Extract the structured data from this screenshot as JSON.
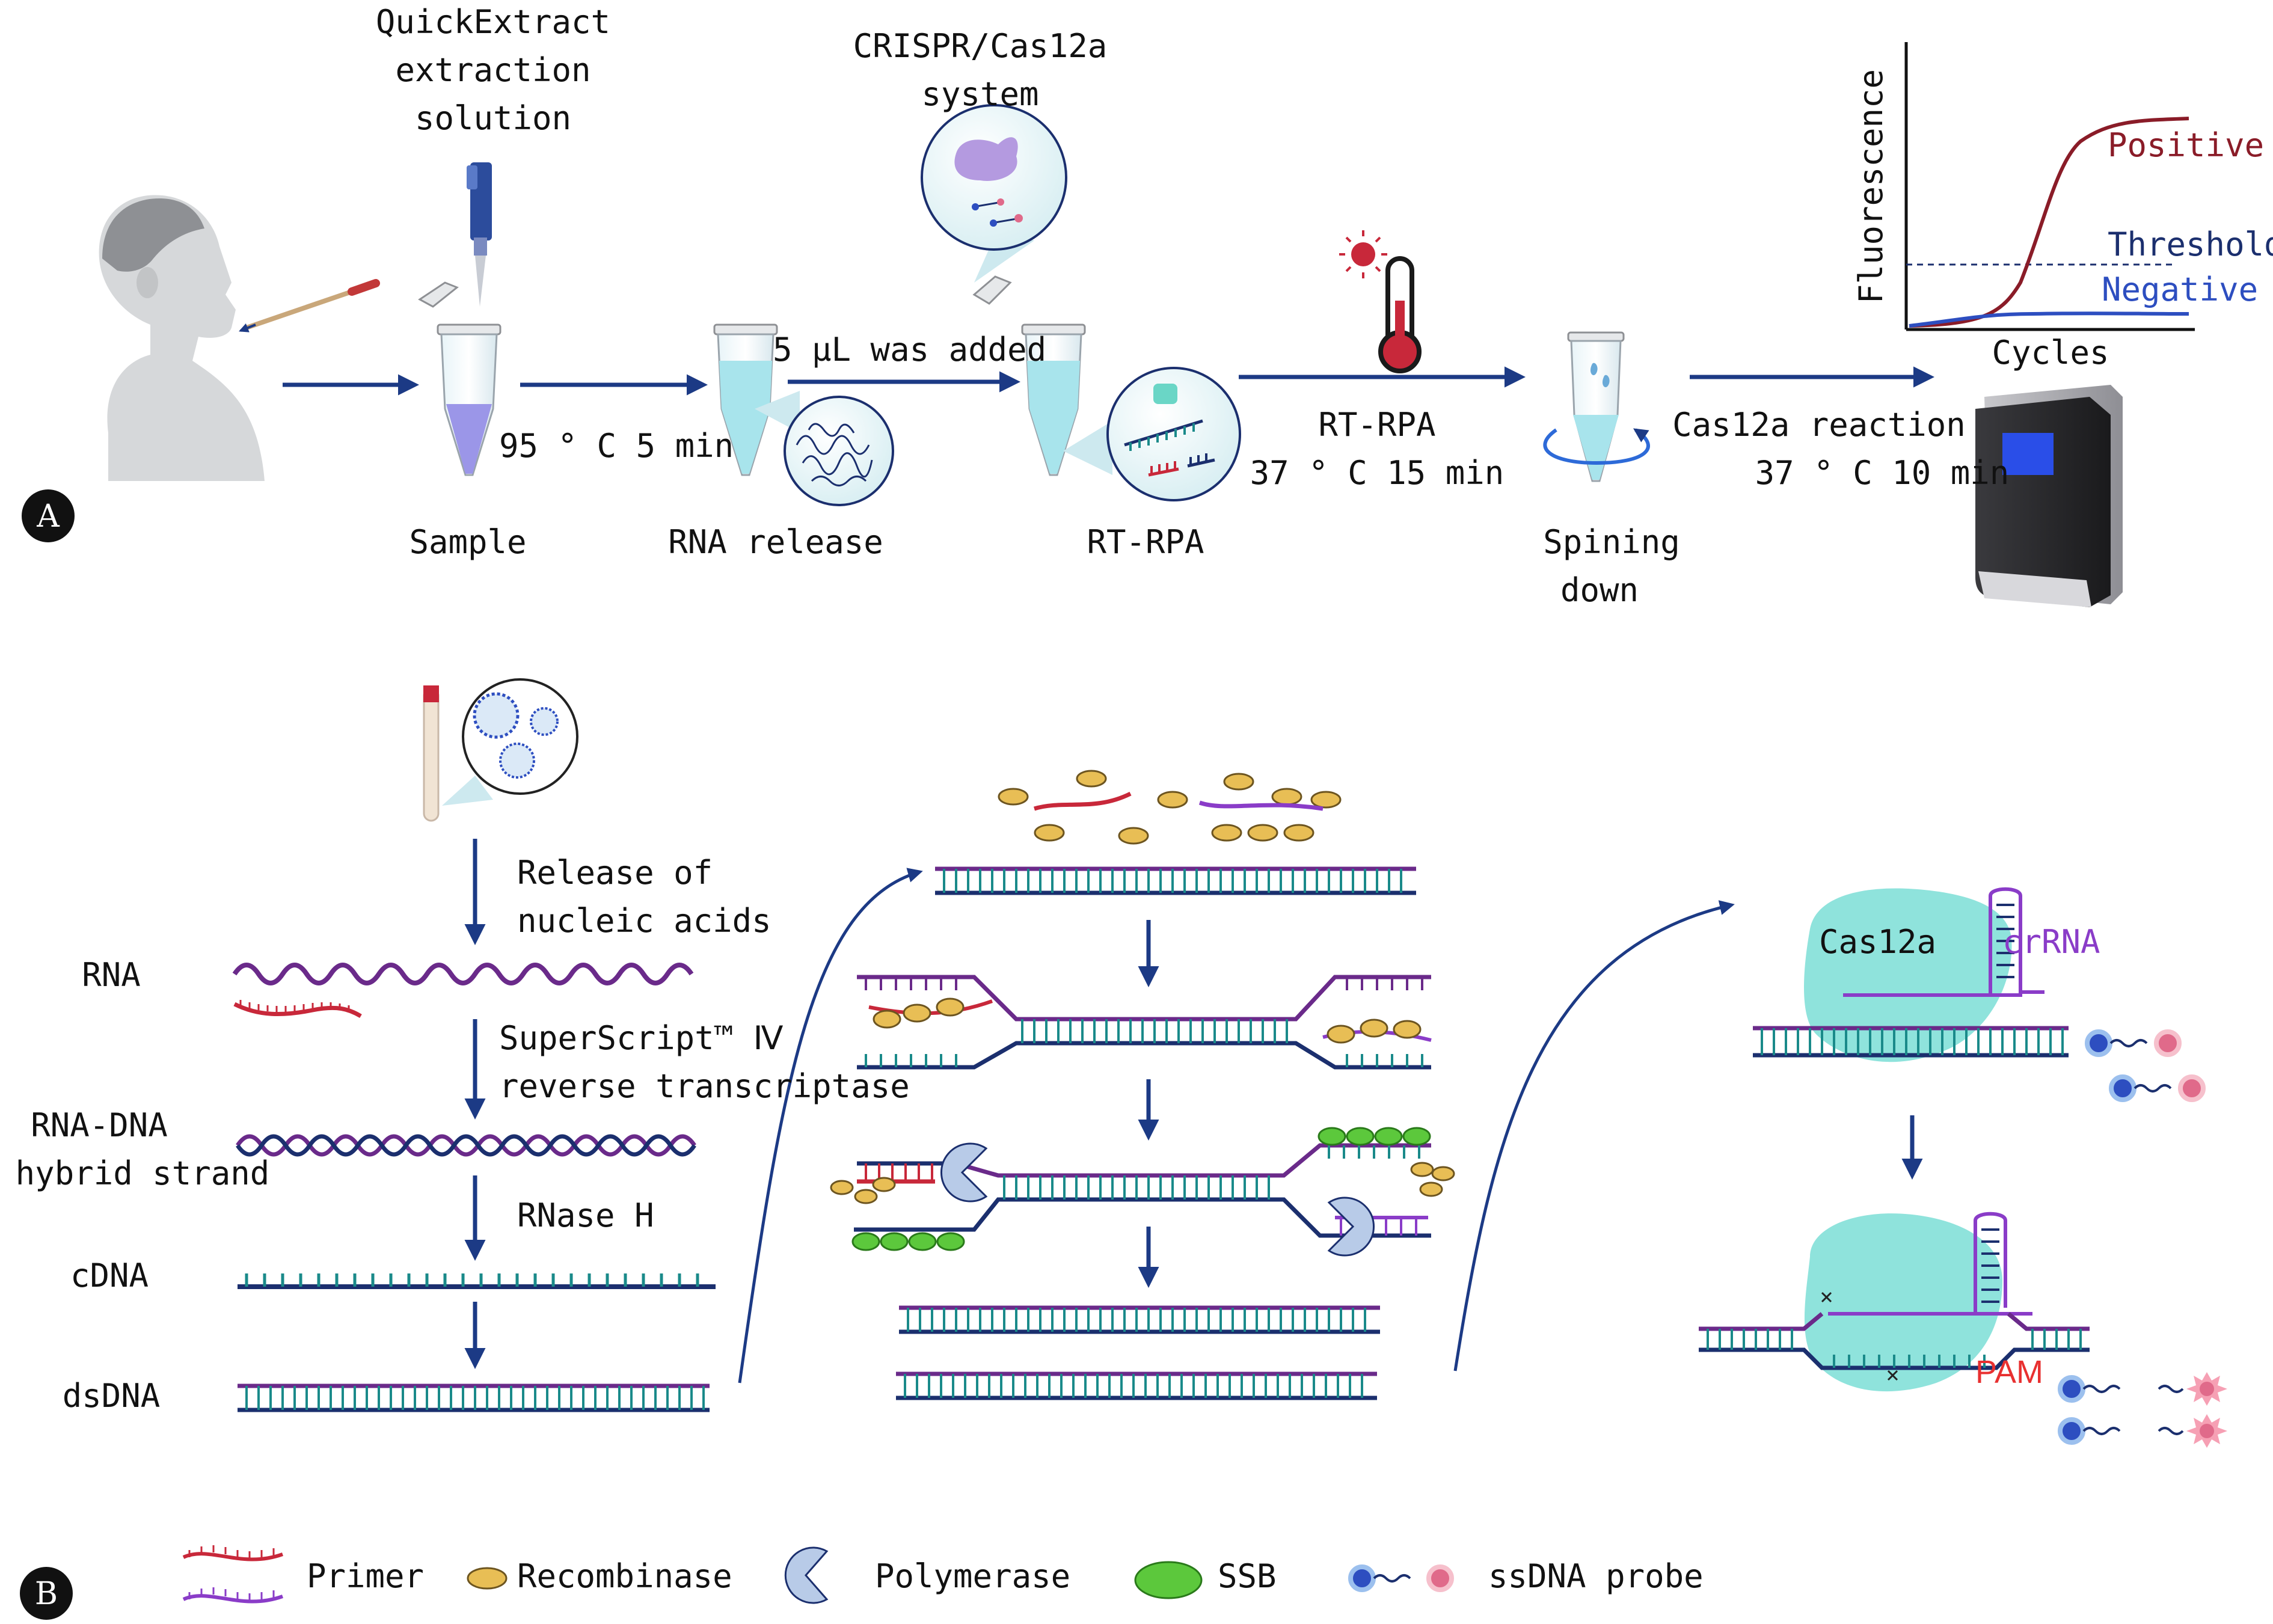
{
  "panel_a": {
    "badge": "A",
    "reagent_label": [
      "QuickExtract",
      "extraction",
      "solution"
    ],
    "crispr_label": [
      "CRISPR/Cas12a",
      "system"
    ],
    "heat_step": "95 ° C 5 min",
    "volume_step": "5 μL was added",
    "rpa_step": [
      "RT-RPA",
      "37 ° C 15 min"
    ],
    "cas_step": [
      "Cas12a reaction",
      "37 ° C 10 min"
    ],
    "stage_labels": {
      "sample": "Sample",
      "rna_release": "RNA release",
      "rt_rpa": "RT-RPA",
      "spinning": [
        "Spining",
        "down"
      ]
    },
    "curve_chart": {
      "y_axis": "Fluorescence",
      "x_axis": "Cycles",
      "positive": "Positive",
      "threshold": "Threshold",
      "negative": "Negative"
    }
  },
  "panel_b": {
    "badge": "B",
    "left_steps": {
      "release": [
        "Release of",
        "nucleic acids"
      ],
      "rt": [
        "SuperScript™ Ⅳ",
        "reverse transcriptase"
      ],
      "rnase": "RNase H"
    },
    "left_labels": {
      "rna": "RNA",
      "hybrid": [
        "RNA-DNA",
        "hybrid strand"
      ],
      "cdna": "cDNA",
      "dsdna": "dsDNA"
    },
    "right_labels": {
      "cas": "Cas12a",
      "crrna": "crRNA",
      "pam": "PAM"
    },
    "legend": [
      "Primer",
      "Recombinase",
      "Polymerase",
      "SSB",
      "ssDNA probe"
    ]
  },
  "colors": {
    "arrow": "#1c3a85",
    "dna_purple": "#6a2a8a",
    "dna_navy": "#1b2f6e",
    "dna_teal": "#1a8a8a",
    "primer_red": "#c8283a",
    "primer_violet": "#8a3cc8",
    "recombinase": "#e8be55",
    "polymerase": "#b8cbe8",
    "ssb": "#5cc83c",
    "cas": "#8fe3dc",
    "tube_liquid": "#a8e4ec",
    "positive_curve": "#8a1c28",
    "negative_curve": "#2d4ec0",
    "pam_red": "#e83030",
    "instrument_screen": "#2a4ee8"
  }
}
